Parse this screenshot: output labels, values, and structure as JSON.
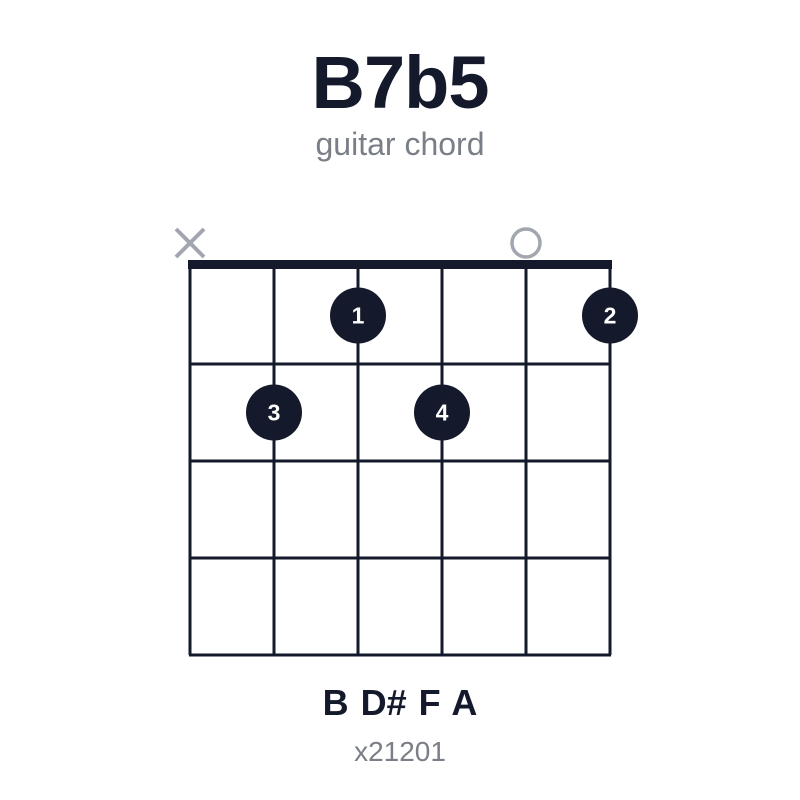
{
  "chord": {
    "name": "B7b5",
    "subtitle": "guitar chord",
    "notes": "B D# F A",
    "fingering": "x21201"
  },
  "diagram": {
    "strings": 6,
    "frets_shown": 4,
    "markers": [
      {
        "string": 1,
        "type": "muted"
      },
      {
        "string": 5,
        "type": "open"
      }
    ],
    "fingers": [
      {
        "string": 3,
        "fret": 1,
        "finger": "1"
      },
      {
        "string": 6,
        "fret": 1,
        "finger": "2"
      },
      {
        "string": 2,
        "fret": 2,
        "finger": "3"
      },
      {
        "string": 4,
        "fret": 2,
        "finger": "4"
      }
    ],
    "colors": {
      "ink": "#141a2b",
      "marker": "#a2a6ae",
      "dot_text": "#ffffff",
      "subtle_text": "#7a7e86"
    }
  }
}
